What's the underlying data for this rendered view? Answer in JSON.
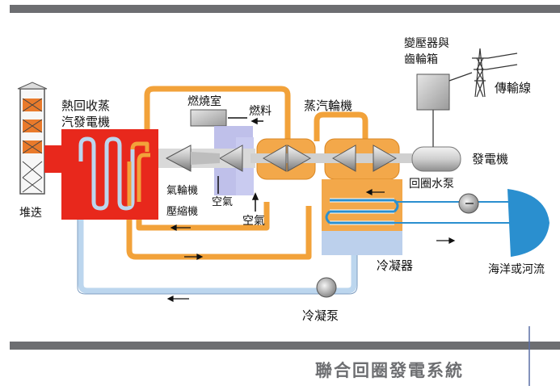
{
  "labels": {
    "stack": "堆迭",
    "hrsg_line1": "熱回收蒸",
    "hrsg_line2": "汽發電機",
    "combustor": "燃燒室",
    "fuel": "燃料",
    "turbine_line1": "氣輪機",
    "turbine_line2": "壓縮機",
    "air1": "空氣",
    "air2": "空氣",
    "steam_turbine": "蒸汽輪機",
    "transformer_line1": "變壓器與",
    "transformer_line2": "齒輪箱",
    "transmission": "傳輸線",
    "generator": "發電機",
    "circ_pump": "回圈水泵",
    "condenser": "冷凝器",
    "condensate_pump": "冷凝泵",
    "water_source": "海洋或河流"
  },
  "title": "聯合回圈發電系統",
  "colors": {
    "bar": "#6d6e71",
    "hrsg_red": "#e8281c",
    "pipe_orange": "#f2a23a",
    "pipe_blue": "#b9d4ec",
    "turbine_orange": "#f3a84a",
    "compressor_lavender": "#b8b9e8",
    "water_blue": "#2a8fcf",
    "gray_box": "#c8c8c8"
  }
}
